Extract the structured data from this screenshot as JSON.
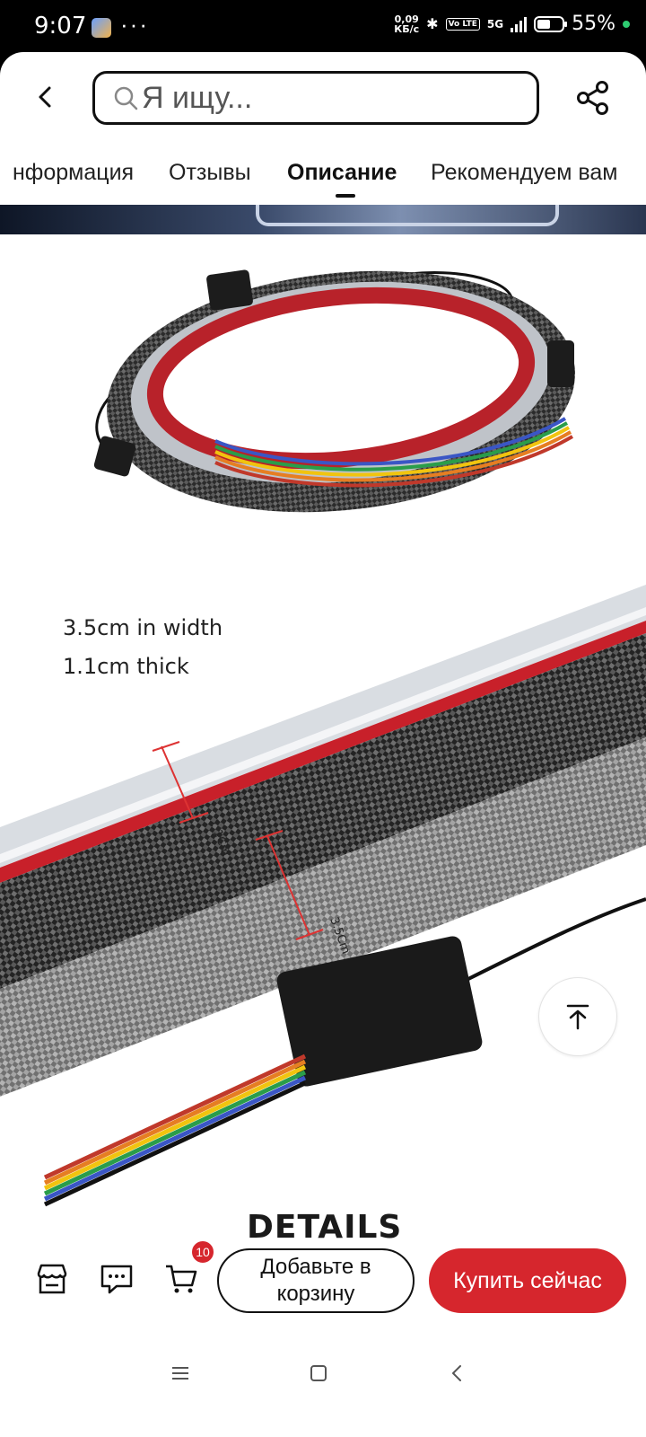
{
  "status_bar": {
    "time": "9:07",
    "dots": "···",
    "net_speed_value": "0,09",
    "net_speed_unit": "КБ/с",
    "volte": "Vo LTE",
    "network": "5G",
    "battery_pct": "55%",
    "battery_level": 0.55
  },
  "header": {
    "search_placeholder": "Я ищу..."
  },
  "tabs": [
    {
      "label": "нформация"
    },
    {
      "label": "Отзывы"
    },
    {
      "label": "Описание"
    },
    {
      "label": "Рекомендуем вам"
    }
  ],
  "content": {
    "spec_width": "3.5cm in width",
    "spec_thick": "1.1cm thick",
    "dim_thick": "1.1Cm",
    "dim_width": "3.5Cm",
    "details_heading": "DETAILS"
  },
  "bottom_bar": {
    "cart_count": "10",
    "add_to_cart": "Добавьте в корзину",
    "buy_now": "Купить сейчас"
  },
  "colors": {
    "accent": "#d6262d"
  }
}
